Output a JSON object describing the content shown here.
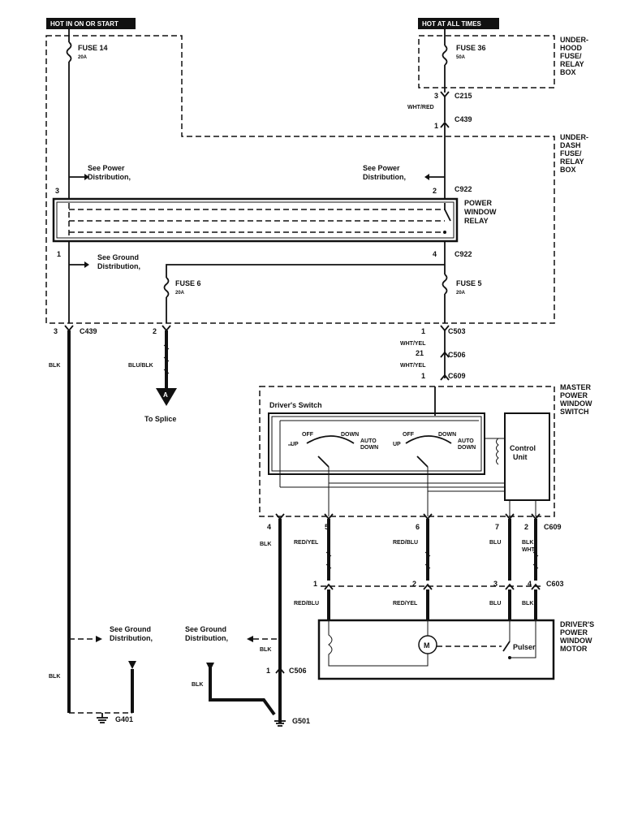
{
  "headers": {
    "left": "HOT IN ON OR START",
    "right": "HOT AT ALL TIMES"
  },
  "boxes": {
    "underhood": [
      "UNDER-",
      "HOOD",
      "FUSE/",
      "RELAY",
      "BOX"
    ],
    "underdash": [
      "UNDER-",
      "DASH",
      "FUSE/",
      "RELAY",
      "BOX"
    ],
    "relay": [
      "POWER",
      "WINDOW",
      "RELAY"
    ],
    "master": [
      "MASTER",
      "POWER",
      "WINDOW",
      "SWITCH"
    ],
    "motor": [
      "DRIVER'S",
      "POWER",
      "WINDOW",
      "MOTOR"
    ]
  },
  "fuses": {
    "f14": {
      "name": "FUSE 14",
      "rating": "20A"
    },
    "f36": {
      "name": "FUSE 36",
      "rating": "50A"
    },
    "f6": {
      "name": "FUSE 6",
      "rating": "20A"
    },
    "f5": {
      "name": "FUSE 5",
      "rating": "20A"
    }
  },
  "connectors": {
    "c215": "C215",
    "c439": "C439",
    "c922": "C922",
    "c503": "C503",
    "c506": "C506",
    "c609": "C609",
    "c603": "C603",
    "g401": "G401",
    "g501": "G501"
  },
  "wires": {
    "wht_red": "WHT/RED",
    "blk": "BLK",
    "blu_blk": "BLU/BLK",
    "wht_yel": "WHT/YEL",
    "red_yel": "RED/YEL",
    "red_blu": "RED/BLU",
    "blu": "BLU",
    "blk_wht": [
      "BLK",
      "WHT"
    ]
  },
  "notes": {
    "see_power": [
      "See Power",
      "Distribution,"
    ],
    "see_ground": [
      "See Ground",
      "Distribution,"
    ],
    "to_splice": "To Splice",
    "splice_marker": "A"
  },
  "switch": {
    "title": "Driver's Switch",
    "off": "OFF",
    "up": "UP",
    "down": "DOWN",
    "auto": "AUTO",
    "control": [
      "Control",
      "Unit"
    ]
  },
  "motor": {
    "symbol": "M",
    "pulser": "Pulser"
  },
  "pins": {
    "p3": "3",
    "p1": "1",
    "p2": "2",
    "p4": "4",
    "p21": "21",
    "p5": "5",
    "p6": "6",
    "p7": "7"
  }
}
